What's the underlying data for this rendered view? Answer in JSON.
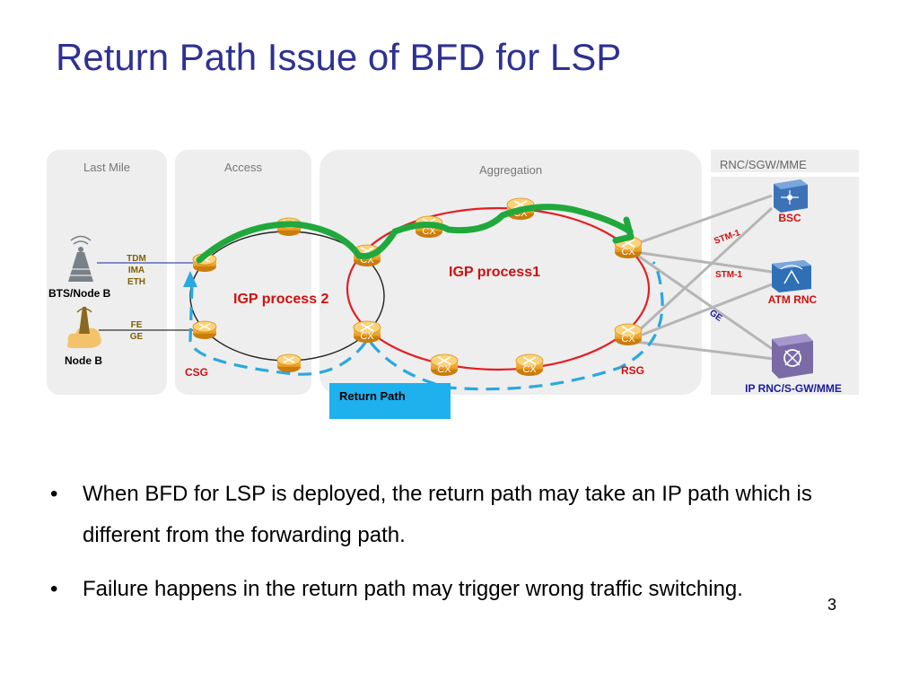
{
  "title": "Return Path Issue of BFD for LSP",
  "regions": {
    "last_mile": "Last Mile",
    "access": "Access",
    "aggregation": "Aggregation",
    "rnc": "RNC/SGW/MME"
  },
  "nodes": {
    "bts": "BTS/Node B",
    "nodeb": "Node B",
    "csg": "CSG",
    "rsg": "RSG",
    "bsc": "BSC",
    "atm_rnc": "ATM RNC",
    "ip_rnc": "IP RNC/S-GW/MME"
  },
  "interfaces": {
    "tdm": "TDM",
    "ima": "IMA",
    "eth": "ETH",
    "fe": "FE",
    "ge": "GE",
    "stm1_a": "STM-1",
    "stm1_b": "STM-1",
    "ge_link": "GE"
  },
  "processes": {
    "igp1": "IGP process1",
    "igp2": "IGP process 2"
  },
  "return_path": "Return Path",
  "bullets": [
    "When BFD for LSP is deployed, the return path may take an IP path which is different from the forwarding path.",
    "Failure happens in the return path may trigger wrong traffic switching."
  ],
  "page_number": "3",
  "colors": {
    "title": "#2e3192",
    "forward_path": "#20a83c",
    "return_path": "#2aa8e0",
    "igp1_ring": "#e31e24",
    "router": "#f2a91d",
    "return_path_box": "#1fb0ee",
    "label_red": "#d01010",
    "label_blue": "#1a1aa0",
    "interface_label": "#806000"
  }
}
